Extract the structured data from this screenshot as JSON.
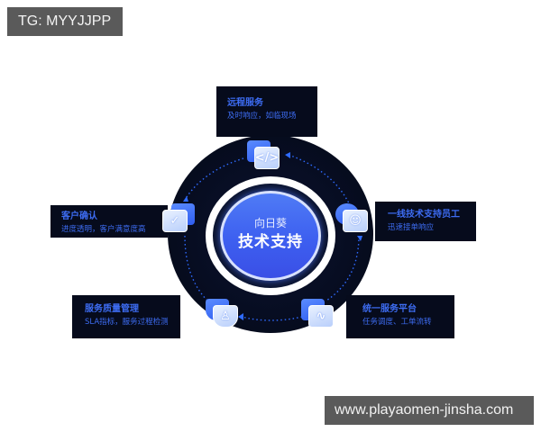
{
  "watermarks": {
    "top_left": "TG: MYYJJPP",
    "bottom_right": "www.playaomen-jinsha.com"
  },
  "center": {
    "brand": "向日葵",
    "title": "技术支持"
  },
  "nodes": [
    {
      "id": "remote",
      "title": "远程服务",
      "desc": "及时响应，如临现场",
      "icon": "code-icon",
      "glyph": "</>"
    },
    {
      "id": "staff",
      "title": "一线技术支持员工",
      "desc": "迅速接单响应",
      "icon": "support-user-icon",
      "glyph": "☺"
    },
    {
      "id": "platform",
      "title": "统一服务平台",
      "desc": "任务调度、工单流转",
      "icon": "route-icon",
      "glyph": "∿"
    },
    {
      "id": "quality",
      "title": "服务质量管理",
      "desc": "SLA指标，服务过程检测",
      "icon": "shield-user-icon",
      "glyph": "♙"
    },
    {
      "id": "confirm",
      "title": "客户确认",
      "desc": "进度透明，客户满意度高",
      "icon": "check-icon",
      "glyph": "✓"
    }
  ],
  "colors": {
    "card_bg": "#060b1c",
    "accent_text": "#3d6cf2",
    "core_blue": "#3d5ff0",
    "watermark_bg": "#5a5a5a"
  }
}
